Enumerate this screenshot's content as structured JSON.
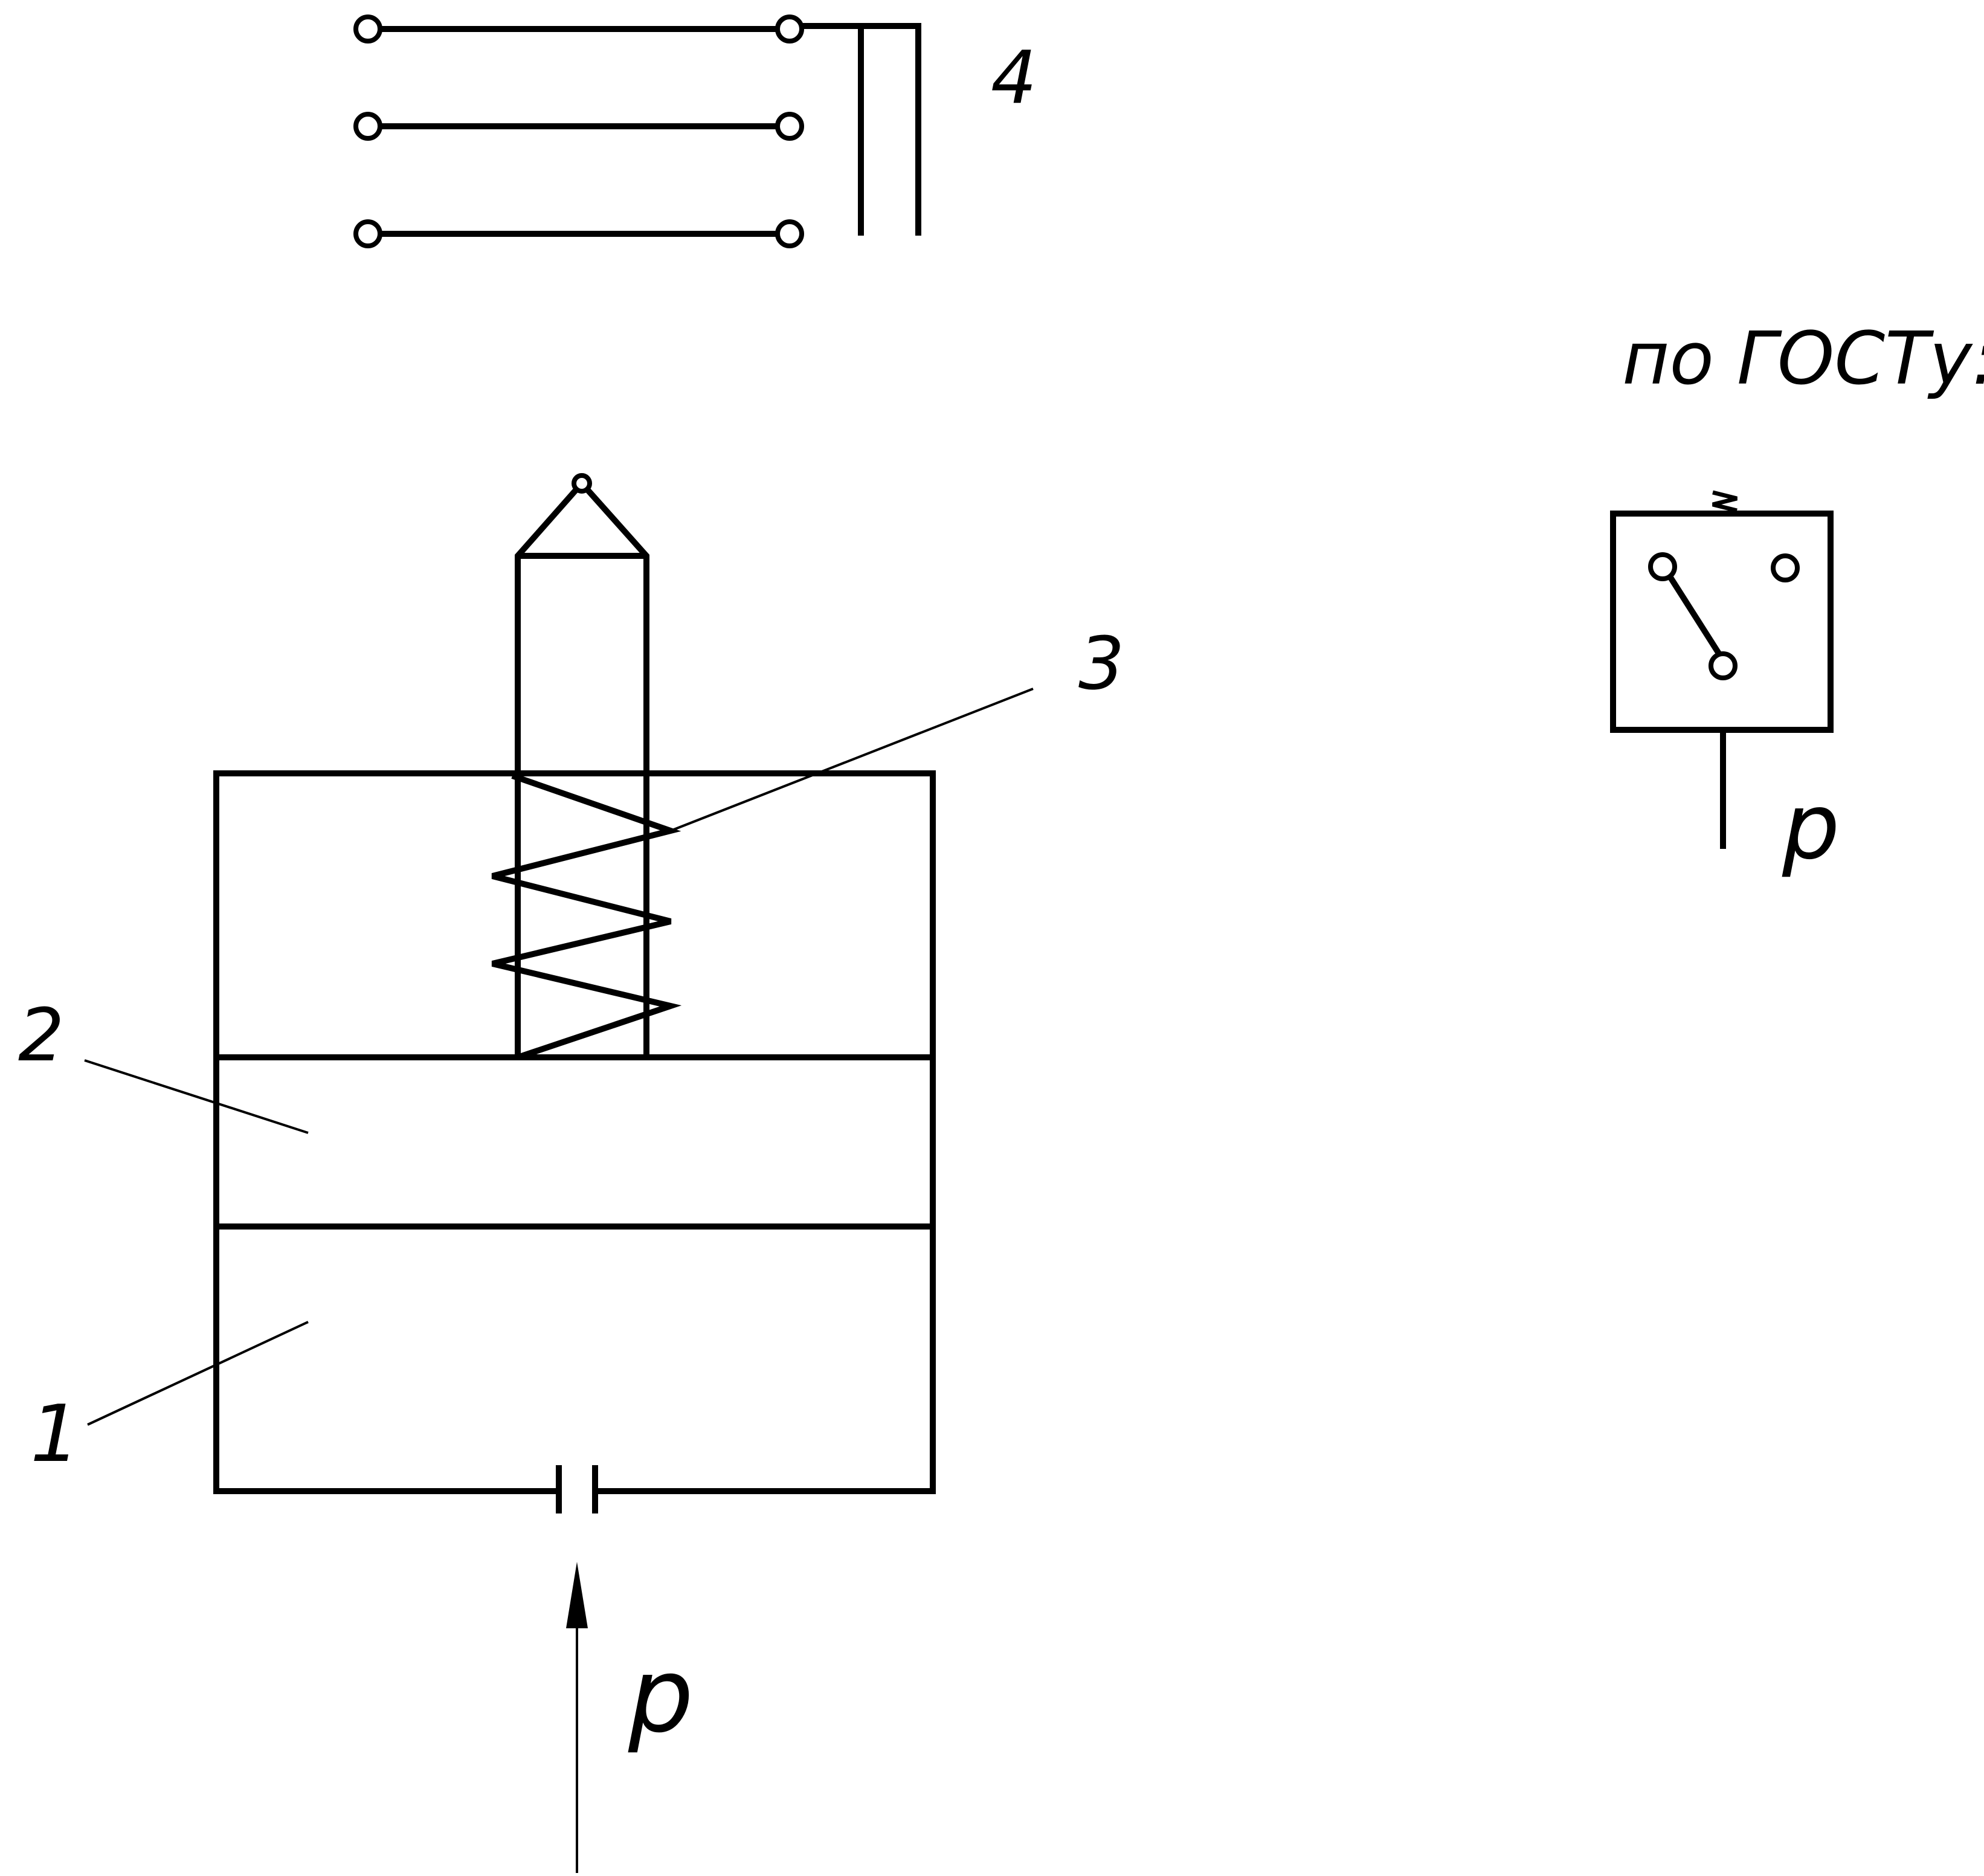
{
  "labels": {
    "part1": "1",
    "part2": "2",
    "part3": "3",
    "part4": "4",
    "pressure_main": "p",
    "pressure_gost": "p",
    "gost_caption": "по ГОСТу:"
  },
  "colors": {
    "line": "#000000",
    "background": "#ffffff"
  }
}
